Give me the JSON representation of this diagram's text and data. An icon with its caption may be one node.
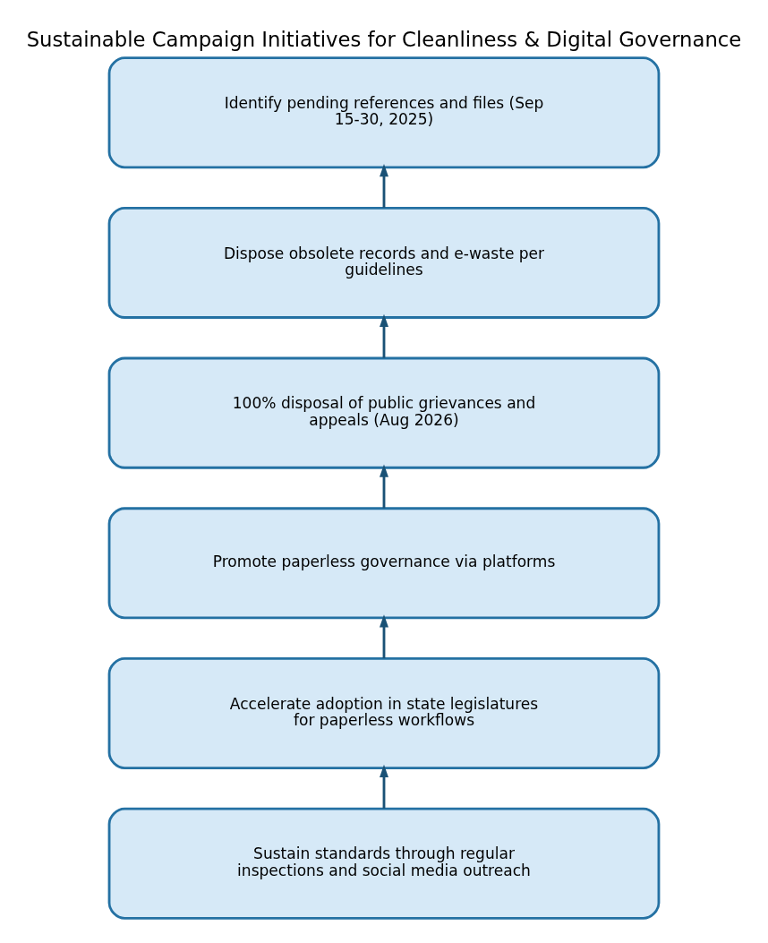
{
  "diagram": {
    "title": "Sustainable Campaign Initiatives for Cleanliness & Digital Governance",
    "nodes": [
      {
        "text": [
          "Identify pending references and files (Sep 15-30, 2025)"
        ]
      },
      {
        "text": [
          "Dispose obsolete records and e-waste per guidelines"
        ]
      },
      {
        "text": [
          "100% disposal of public grievances and appeals (Aug 2026)"
        ]
      },
      {
        "text": [
          "Promote paperless governance via platforms"
        ]
      },
      {
        "text": [
          "Accelerate adoption in state legislatures for paperless workflows"
        ]
      },
      {
        "text": [
          "Sustain standards through regular inspections and social media outreach"
        ]
      }
    ],
    "edges": [
      {
        "from": 1,
        "to": 0,
        "arrow": "to"
      },
      {
        "from": 2,
        "to": 1,
        "arrow": "to"
      },
      {
        "from": 3,
        "to": 2,
        "arrow": "to"
      },
      {
        "from": 4,
        "to": 3,
        "arrow": "to"
      },
      {
        "from": 5,
        "to": 4,
        "arrow": "to"
      }
    ]
  }
}
